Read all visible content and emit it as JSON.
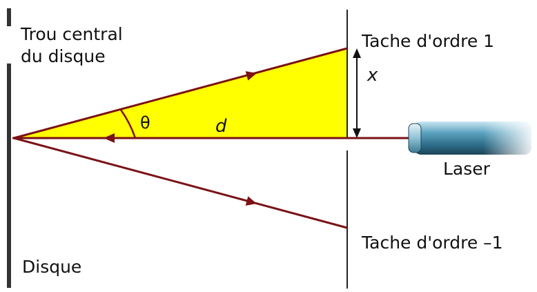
{
  "labels": {
    "hole_line1": "Trou central",
    "hole_line2": "du disque",
    "order_plus1": "Tache d'ordre 1",
    "order_minus1": "Tache d'ordre –1",
    "disc": "Disque",
    "laser": "Laser",
    "distance_x": "x",
    "angle": "θ",
    "distance_d": "d"
  },
  "colors": {
    "beam": "#7a1216",
    "triangle_fill": "#ffff00",
    "disc": "#333333",
    "screen": "#222222",
    "laser_body": "#3c7d9a"
  }
}
